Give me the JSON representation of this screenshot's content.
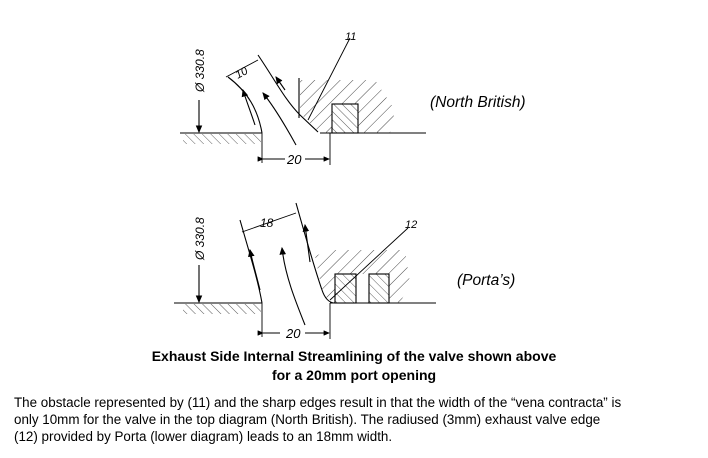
{
  "top_diagram": {
    "label": "(North British)",
    "diameter": "Ø 330.8",
    "callout": "11",
    "width_dim": "10",
    "port_dim": "20"
  },
  "bottom_diagram": {
    "label": "(Porta’s)",
    "diameter": "Ø 330.8",
    "callout": "12",
    "width_dim": "18",
    "port_dim": "20"
  },
  "caption": {
    "line1": "Exhaust Side Internal Streamlining of the valve shown above",
    "line2": "for a 20mm port opening"
  },
  "description": {
    "line1": "The obstacle represented by (11) and the sharp edges result in that the width of the “vena contracta” is",
    "line2": "only 10mm for the valve in the top diagram (North British).  The radiused (3mm) exhaust valve edge",
    "line3": "(12) provided by Porta (lower diagram) leads to an 18mm width."
  }
}
